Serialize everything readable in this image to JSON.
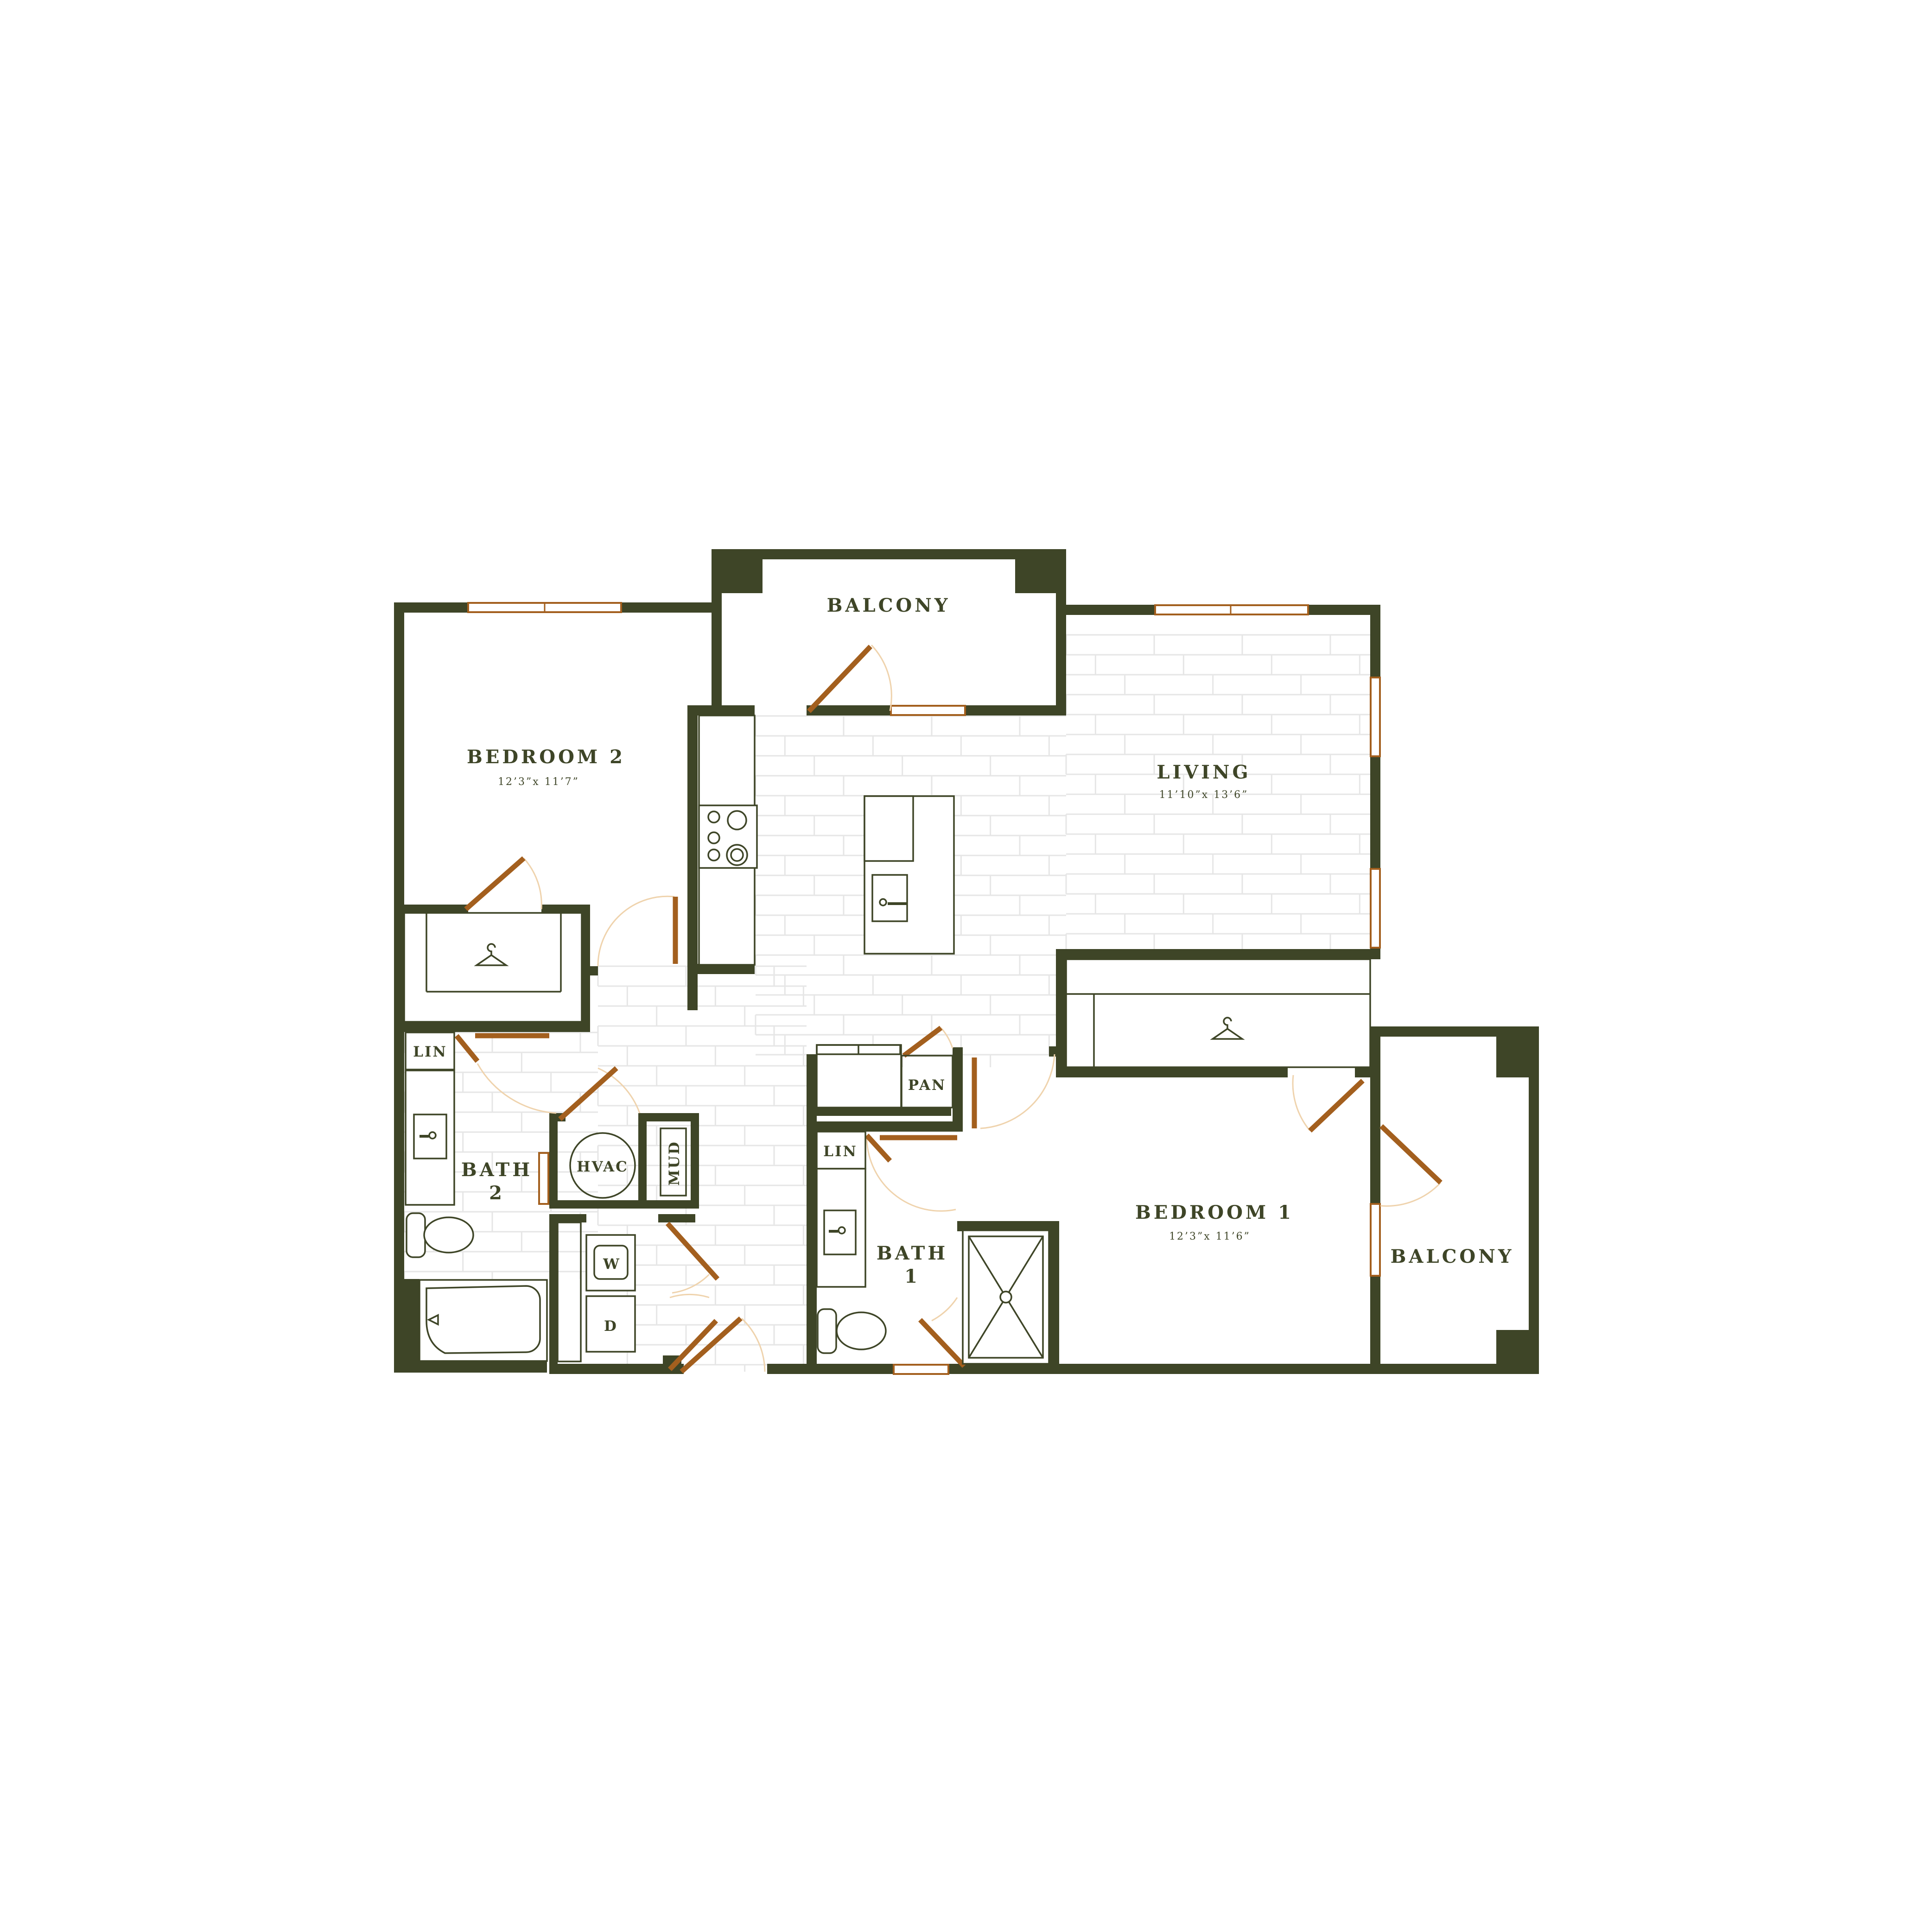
{
  "rooms": {
    "balcony_top": {
      "label": "BALCONY"
    },
    "living": {
      "label": "LIVING",
      "dims": "11’10”x 13’6”"
    },
    "bedroom2": {
      "label": "BEDROOM 2",
      "dims": "12’3”x 11’7”"
    },
    "bath2": {
      "label_line1": "BATH",
      "label_line2": "2"
    },
    "lin2": {
      "label": "LIN"
    },
    "hvac": {
      "label": "HVAC"
    },
    "mud": {
      "label": "MUD"
    },
    "pan": {
      "label": "PAN"
    },
    "lin1": {
      "label": "LIN"
    },
    "bath1": {
      "label_line1": "BATH",
      "label_line2": "1"
    },
    "bedroom1": {
      "label": "BEDROOM 1",
      "dims": "12’3”x 11’6”"
    },
    "balcony_right": {
      "label": "BALCONY"
    },
    "washer": {
      "label": "W"
    },
    "dryer": {
      "label": "D"
    }
  },
  "colors": {
    "wall": "#3e4527",
    "window": "#a35f1e",
    "door": "#a35f1e",
    "swing": "#efd3ad",
    "floor_lines": "#e6e6e6"
  },
  "icons": [
    "hanger-icon",
    "hanger-icon",
    "sink-icon",
    "toilet-icon",
    "bathtub-icon",
    "shower-icon",
    "cooktop-icon"
  ]
}
